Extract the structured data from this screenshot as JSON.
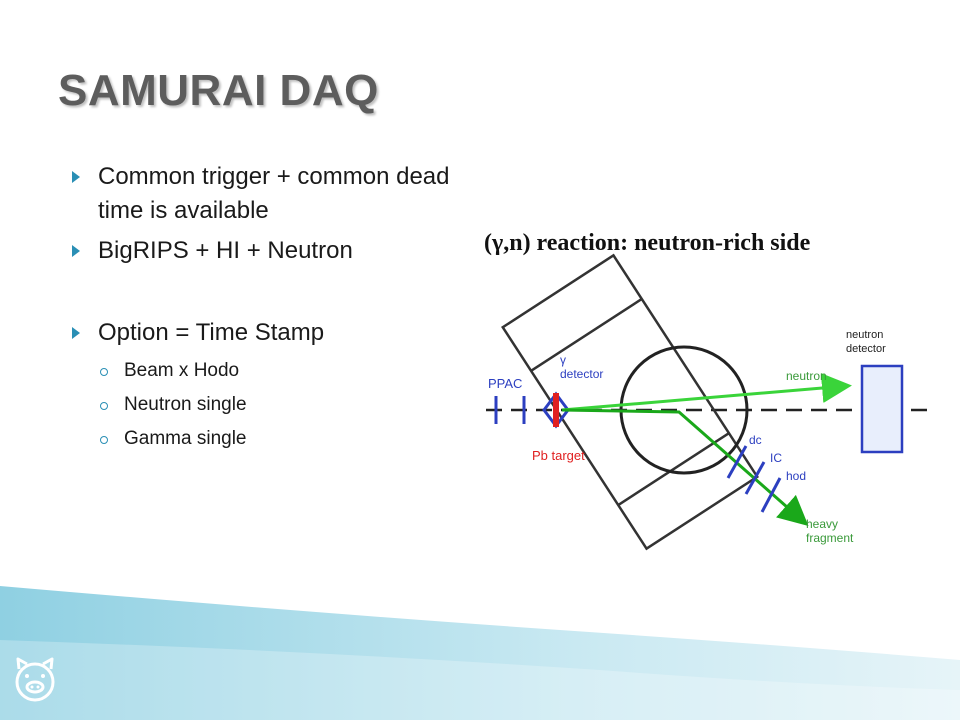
{
  "slide": {
    "title": "SAMURAI DAQ",
    "bullets": [
      {
        "text": "Common trigger + common dead time is available"
      },
      {
        "text": "BigRIPS + HI + Neutron"
      },
      {
        "text": "Option = Time Stamp",
        "sub": [
          "Beam x Hodo",
          "Neutron single",
          "Gamma single"
        ]
      }
    ]
  },
  "diagram": {
    "title": "(γ,n) reaction: neutron-rich side",
    "labels": {
      "ppac": "PPAC",
      "gamma_detector": [
        "γ",
        "detector"
      ],
      "neutron_detector": [
        "neutron",
        "detector"
      ],
      "neutron": "neutron",
      "pb_target": "Pb target",
      "dc": "dc",
      "ic": "IC",
      "hod": "hod",
      "heavy_fragment": [
        "heavy",
        "fragment"
      ]
    },
    "colors": {
      "neutron_ray": "#3ad43a",
      "fragment_ray": "#1aa81a",
      "blue": "#2c3fc0",
      "red": "#e02020",
      "neutron_label": "#3a9a3a"
    }
  },
  "footer": {
    "logo_icon": "pig-icon"
  }
}
